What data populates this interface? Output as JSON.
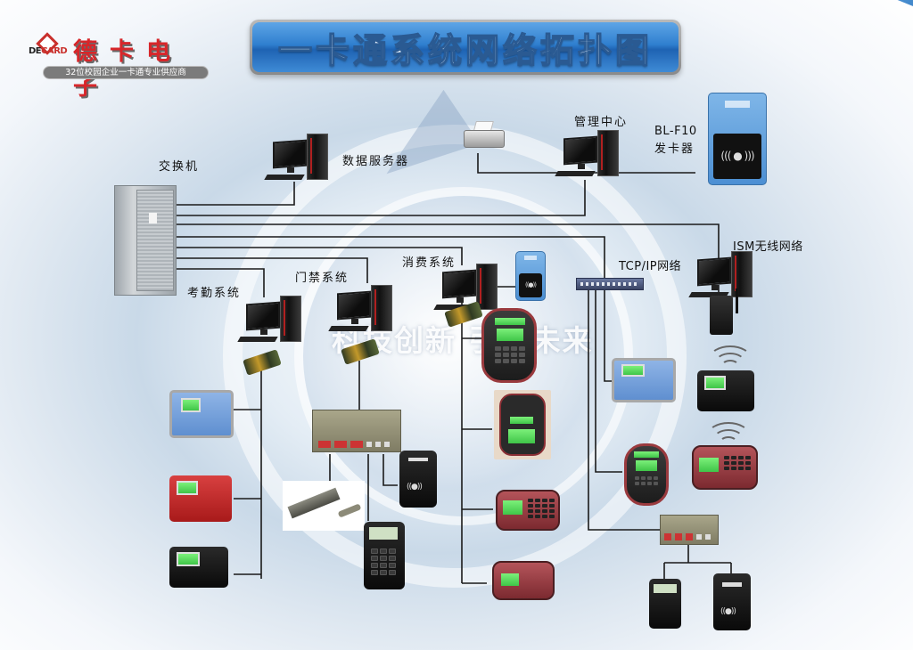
{
  "logo": {
    "brand_en": "DECARD",
    "brand_cn": "德卡电子",
    "slogan": "32位校园企业一卡通专业供应商"
  },
  "title": "一卡通系统网络拓扑图",
  "watermark": "科技创新 引领未来",
  "nodes": {
    "switch_cabinet": "交换机",
    "data_server": "数据服务器",
    "management_center": "管理中心",
    "card_issuer_model": "BL-F10",
    "card_issuer": "发卡器",
    "attendance": "考勤系统",
    "access_control": "门禁系统",
    "consumption": "消费系统",
    "tcpip": "TCP/IP网络",
    "ism_wireless": "ISM无线网络"
  },
  "colors": {
    "brand_red": "#d7262a",
    "title_blue": "#2f7fcf",
    "line": "#1a1a1a",
    "lcd_green": "#4fd55a"
  }
}
